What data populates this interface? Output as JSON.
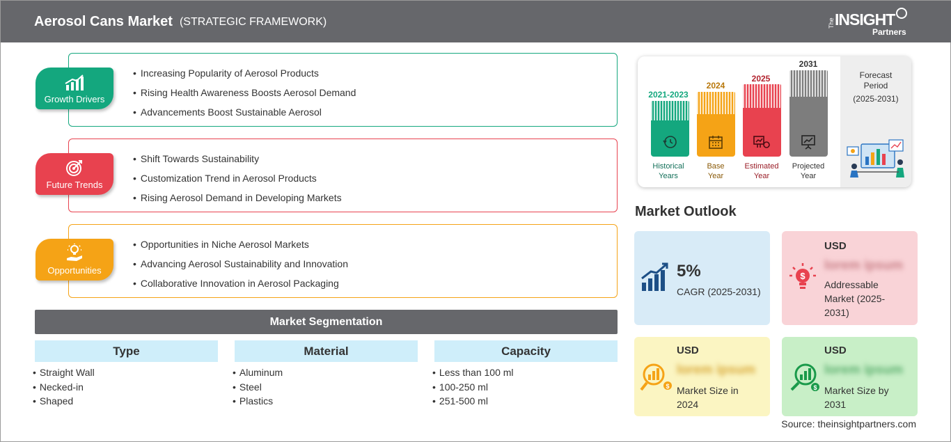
{
  "header": {
    "title": "Aerosol Cans Market",
    "subtitle": "(STRATEGIC FRAMEWORK)",
    "logo": {
      "the": "The",
      "insight": "INSIGHT",
      "partners": "Partners"
    }
  },
  "sections": [
    {
      "label": "Growth Drivers",
      "color": "#14a77e",
      "items": [
        "Increasing Popularity of Aerosol Products",
        "Rising Health Awareness Boosts Aerosol Demand",
        "Advancements Boost Sustainable Aerosol"
      ]
    },
    {
      "label": "Future Trends",
      "color": "#e8424f",
      "items": [
        "Shift Towards Sustainability",
        "Customization Trend in Aerosol Products",
        "Rising Aerosol Demand in Developing Markets"
      ]
    },
    {
      "label": "Opportunities",
      "color": "#f5a316",
      "items": [
        "Opportunities in Niche Aerosol Markets",
        "Advancing Aerosol Sustainability and Innovation",
        "Collaborative Innovation in Aerosol Packaging"
      ]
    }
  ],
  "segmentation": {
    "title": "Market Segmentation",
    "columns": [
      {
        "header": "Type",
        "items": [
          "Straight Wall",
          "Necked-in",
          "Shaped"
        ]
      },
      {
        "header": "Material",
        "items": [
          "Aluminum",
          "Steel",
          "Plastics"
        ]
      },
      {
        "header": "Capacity",
        "items": [
          "Less than 100 ml",
          "100-250 ml",
          "251-500 ml"
        ]
      }
    ]
  },
  "timeline": {
    "periods": [
      {
        "year": "2021-2023",
        "caption_1": "Historical",
        "caption_2": "Years",
        "color": "#14a77e",
        "year_color": "#14a77e"
      },
      {
        "year": "2024",
        "caption_1": "Base",
        "caption_2": "Year",
        "color": "#f5a316",
        "year_color": "#b8770a"
      },
      {
        "year": "2025",
        "caption_1": "Estimated",
        "caption_2": "Year",
        "color": "#e8424f",
        "year_color": "#b2232e"
      },
      {
        "year": "2031",
        "caption_1": "Projected",
        "caption_2": "Year",
        "color": "#7d7d7d",
        "year_color": "#333333"
      }
    ],
    "forecast": {
      "line1": "Forecast",
      "line2": "Period",
      "line3": "(2025-2031)"
    }
  },
  "outlook": {
    "title": "Market Outlook",
    "cagr": {
      "value": "5%",
      "label": "CAGR (2025-2031)"
    },
    "addressable": {
      "usd": "USD",
      "blurred": "lorem ipsum",
      "line1": "Addressable",
      "line2": "Market (2025-",
      "line3": "2031)"
    },
    "size_2024": {
      "usd": "USD",
      "blurred": "lorem ipsum",
      "line1": "Market Size in",
      "line2": "2024"
    },
    "size_2031": {
      "usd": "USD",
      "blurred": "lorem ipsum",
      "line1": "Market Size by",
      "line2": "2031"
    }
  },
  "source": "Source: theinsightpartners.com",
  "colors": {
    "header_bg": "#66676b",
    "cagr_card": "#d8ebf7",
    "addressable_card": "#f9d3d7",
    "size2024_card": "#fbf5c2",
    "size2031_card": "#c8efc7"
  }
}
